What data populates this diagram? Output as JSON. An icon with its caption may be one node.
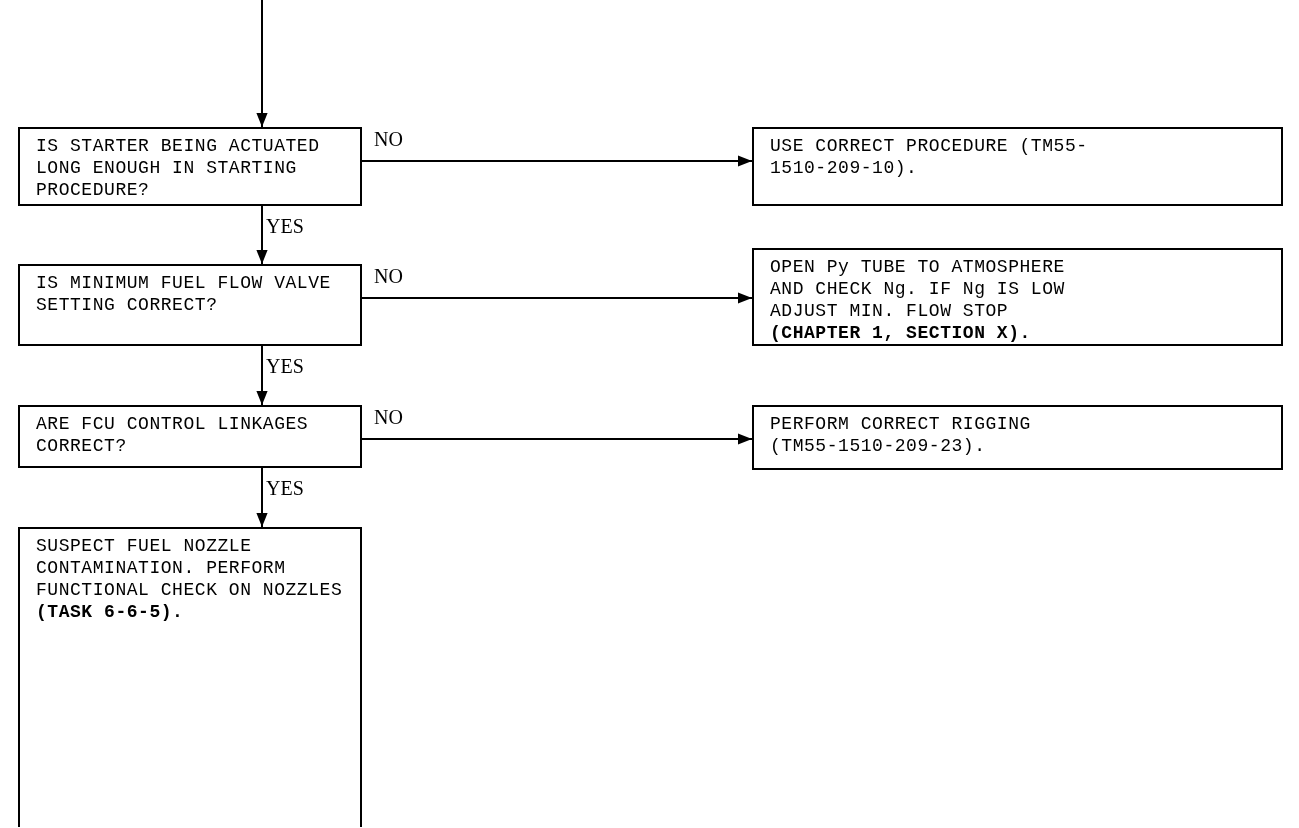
{
  "diagram": {
    "nodes": [
      {
        "text": [
          "IS STARTER BEING ACTUATED LONG ENOUGH IN STARTING PROCEDURE?"
        ]
      },
      {
        "text": [
          "USE CORRECT PROCEDURE (TM55-1510-209-10)."
        ]
      },
      {
        "text": [
          "IS MINIMUM FUEL FLOW VALVE SETTING CORRECT?"
        ]
      },
      {
        "text": [
          "OPEN Py TUBE TO ATMOSPHERE AND CHECK Ng. IF Ng IS LOW ADJUST MIN. FLOW STOP **(CHAPTER 1, SECTION X).**"
        ]
      },
      {
        "text": [
          "ARE FCU CONTROL LINKAGES CORRECT?"
        ]
      },
      {
        "text": [
          "PERFORM CORRECT RIGGING (TM55-1510-209-23)."
        ]
      },
      {
        "text": [
          "SUSPECT FUEL NOZZLE CONTAMINATION. PERFORM FUNCTIONAL CHECK ON NOZZLES **(TASK 6-6-5).**"
        ]
      }
    ],
    "edges": [
      {
        "from": null,
        "to": 0,
        "arrow": "to"
      },
      {
        "from": 0,
        "to": 1,
        "arrow": "to",
        "label": "NO"
      },
      {
        "from": 0,
        "to": 2,
        "arrow": "to",
        "label": "YES"
      },
      {
        "from": 2,
        "to": 3,
        "arrow": "to",
        "label": "NO"
      },
      {
        "from": 2,
        "to": 4,
        "arrow": "to",
        "label": "YES"
      },
      {
        "from": 4,
        "to": 5,
        "arrow": "to",
        "label": "NO"
      },
      {
        "from": 4,
        "to": 6,
        "arrow": "to",
        "label": "YES"
      }
    ]
  }
}
